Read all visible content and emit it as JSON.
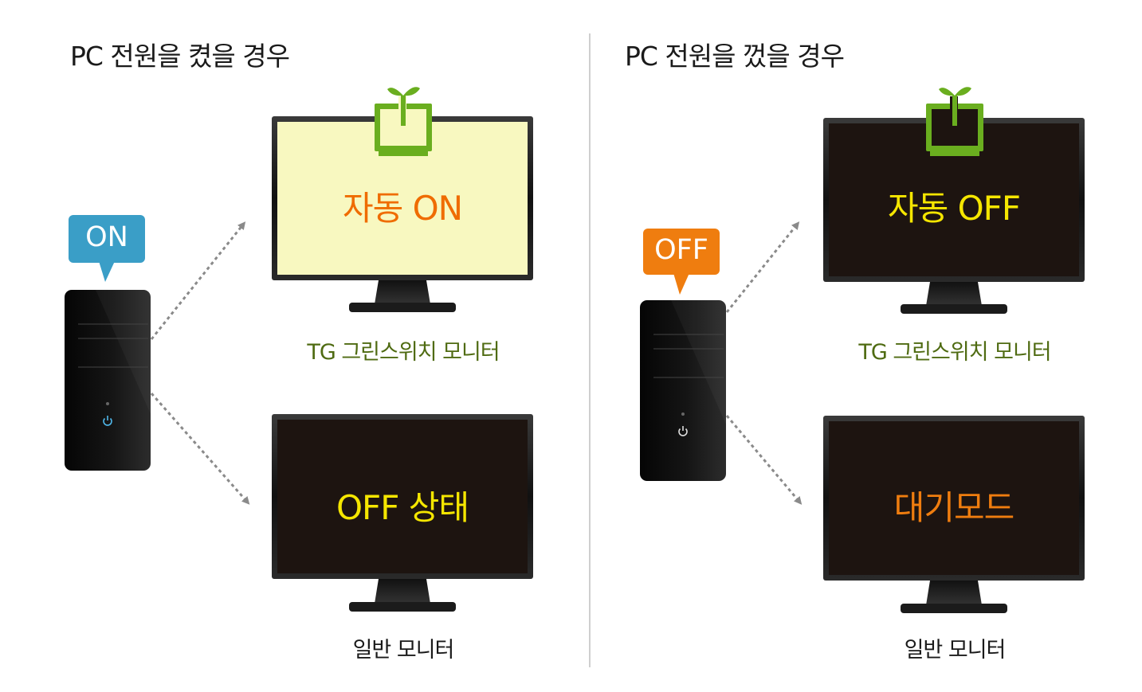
{
  "left_panel": {
    "title": "PC 전원을 켰을 경우",
    "pc_badge": "ON",
    "top_monitor": {
      "screen_text": "자동 ON",
      "caption": "TG 그린스위치 모니터"
    },
    "bottom_monitor": {
      "screen_text": "OFF 상태",
      "caption": "일반 모니터"
    }
  },
  "right_panel": {
    "title": "PC 전원을 껐을 경우",
    "pc_badge": "OFF",
    "top_monitor": {
      "screen_text": "자동 OFF",
      "caption": "TG 그린스위치 모니터"
    },
    "bottom_monitor": {
      "screen_text": "대기모드",
      "caption": "일반 모니터"
    }
  },
  "icons": {
    "green_switch_logo": "monitor-with-sprout-icon",
    "power_button": "power-icon",
    "arrow": "dotted-arrow"
  },
  "colors": {
    "on_badge": "#3a9ec7",
    "off_badge": "#ef7d0f",
    "green_logo": "#6aae1f",
    "caption_green": "#4f6b12",
    "screen_on_bg": "#f8f8c0",
    "screen_off_bg": "#1d1410",
    "text_orange": "#ef6c00",
    "text_yellow": "#f5e600",
    "arrow_gray": "#8a8a8a"
  }
}
